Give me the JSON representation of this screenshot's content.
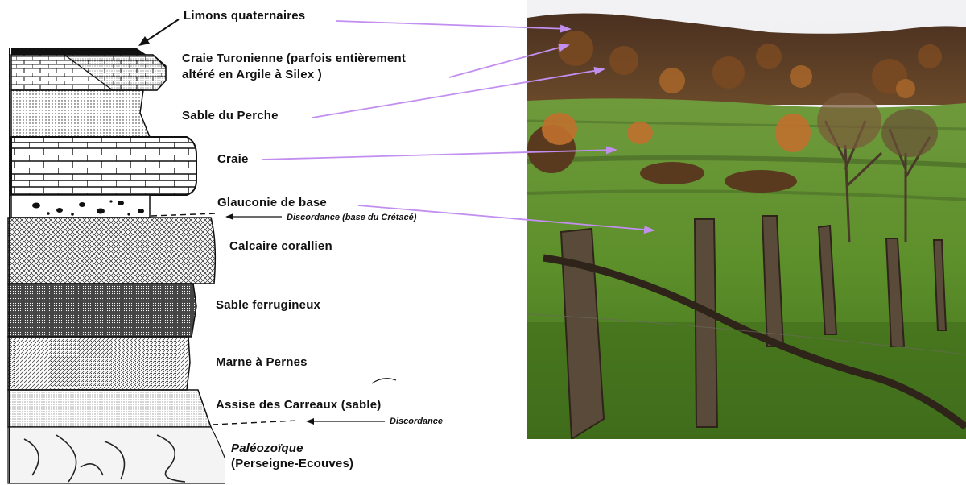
{
  "labels": {
    "limons": "Limons quaternaires",
    "craie_turonienne_1": "Craie Turonienne (parfois entièrement",
    "craie_turonienne_2": "altéré en Argile à Silex )",
    "sable_perche": "Sable du Perche",
    "craie": "Craie",
    "glauconie": "Glauconie de base",
    "discordance_cretace": "Discordance (base du Crétacé)",
    "calcaire": "Calcaire corallien",
    "sable_ferrugineux": "Sable ferrugineux",
    "marne": "Marne à Pernes",
    "assise": "Assise des Carreaux (sable)",
    "discordance": "Discordance",
    "paleozoique": "Paléozoïque",
    "perseigne": "(Perseigne-Ecouves)"
  },
  "colors": {
    "arrow_purple": "#c28ef0",
    "ink": "#111111"
  },
  "photo": {
    "description_icon": "landscape-photo-fence-meadow"
  }
}
